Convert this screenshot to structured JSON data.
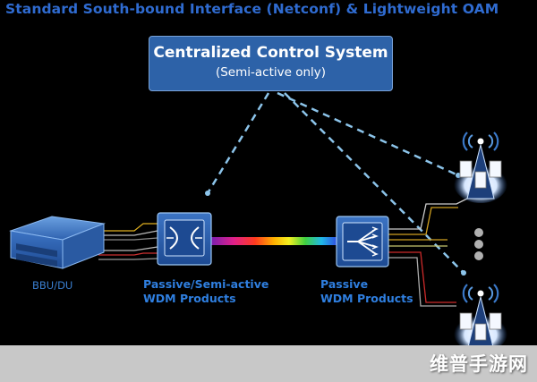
{
  "title": "Standard South-bound Interface (Netconf) & Lightweight OAM",
  "control_system": {
    "title": "Centralized Control System",
    "subtitle": "(Semi-active only)"
  },
  "nodes": {
    "bbu": {
      "label": "BBU/DU"
    },
    "semi_active": {
      "label_line1": "Passive/Semi-active",
      "label_line2": "WDM Products"
    },
    "passive": {
      "label_line1": "Passive",
      "label_line2": "WDM Products"
    }
  },
  "watermark": "维普手游网",
  "colors": {
    "title": "#2f6bd0",
    "control_box": "#2d62a8",
    "label": "#2f7fe0",
    "dashed_line": "#8cc4ea",
    "device": "#3a78c8"
  }
}
